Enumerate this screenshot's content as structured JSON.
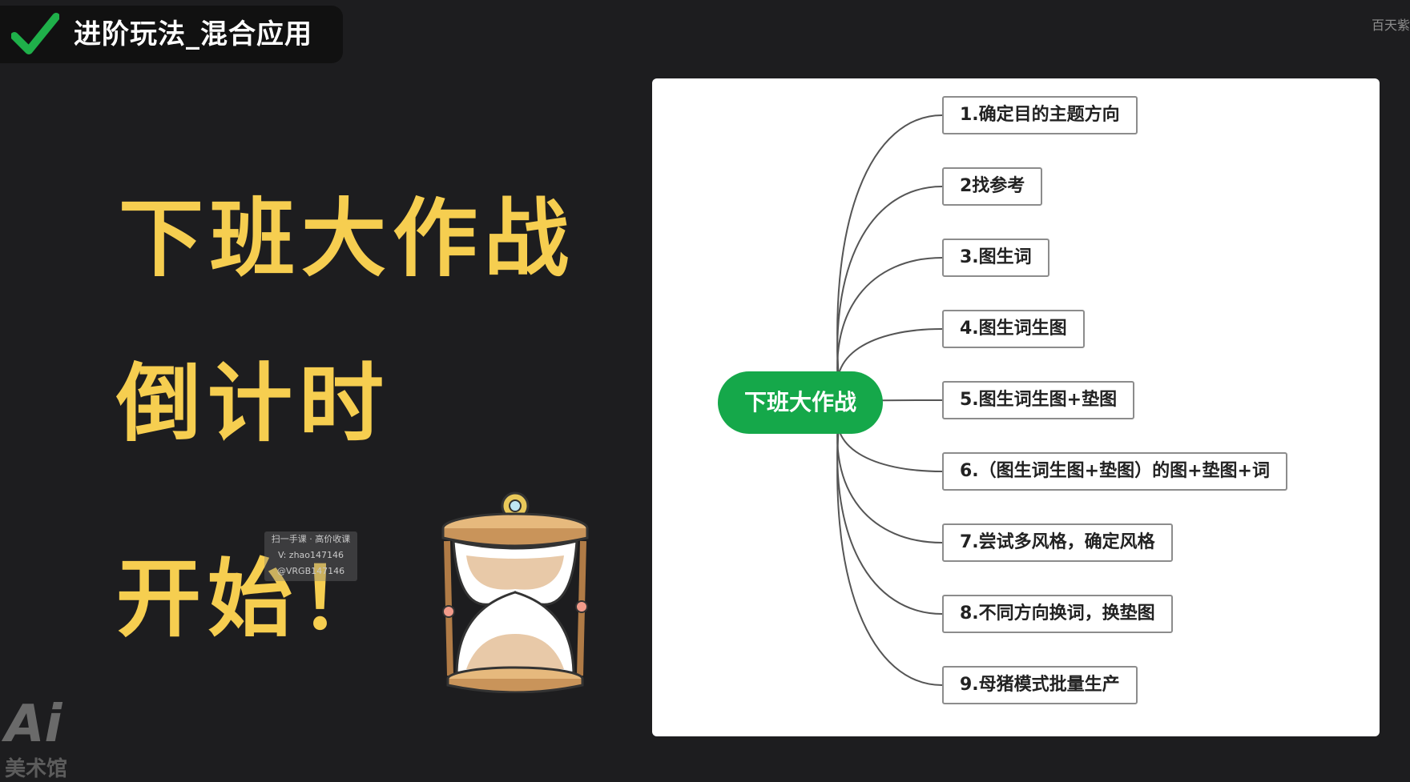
{
  "badge": {
    "title": "进阶玩法_混合应用"
  },
  "corner": {
    "text": "百天紫"
  },
  "headline": [
    "下班大作战",
    "倒计时",
    "开始！"
  ],
  "watermark": {
    "lines": [
      "扫一手课 · 高价收课",
      "V: zhao147146",
      "@VRGB147146"
    ]
  },
  "logo": {
    "mark": "Ai",
    "sub": "美术馆"
  },
  "mindmap": {
    "root": "下班大作战",
    "root_color": "#15a84a",
    "branches": [
      "1.确定目的主题方向",
      "2找参考",
      "3.图生词",
      "4.图生词生图",
      "5.图生词生图+垫图",
      "6.（图生词生图+垫图）的图+垫图+词",
      "7.尝试多风格，确定风格",
      "8.不同方向换词，换垫图",
      "9.母猪模式批量生产"
    ]
  },
  "colors": {
    "background": "#1d1d1f",
    "headline": "#f6ce50",
    "check": "#1fb04a"
  }
}
